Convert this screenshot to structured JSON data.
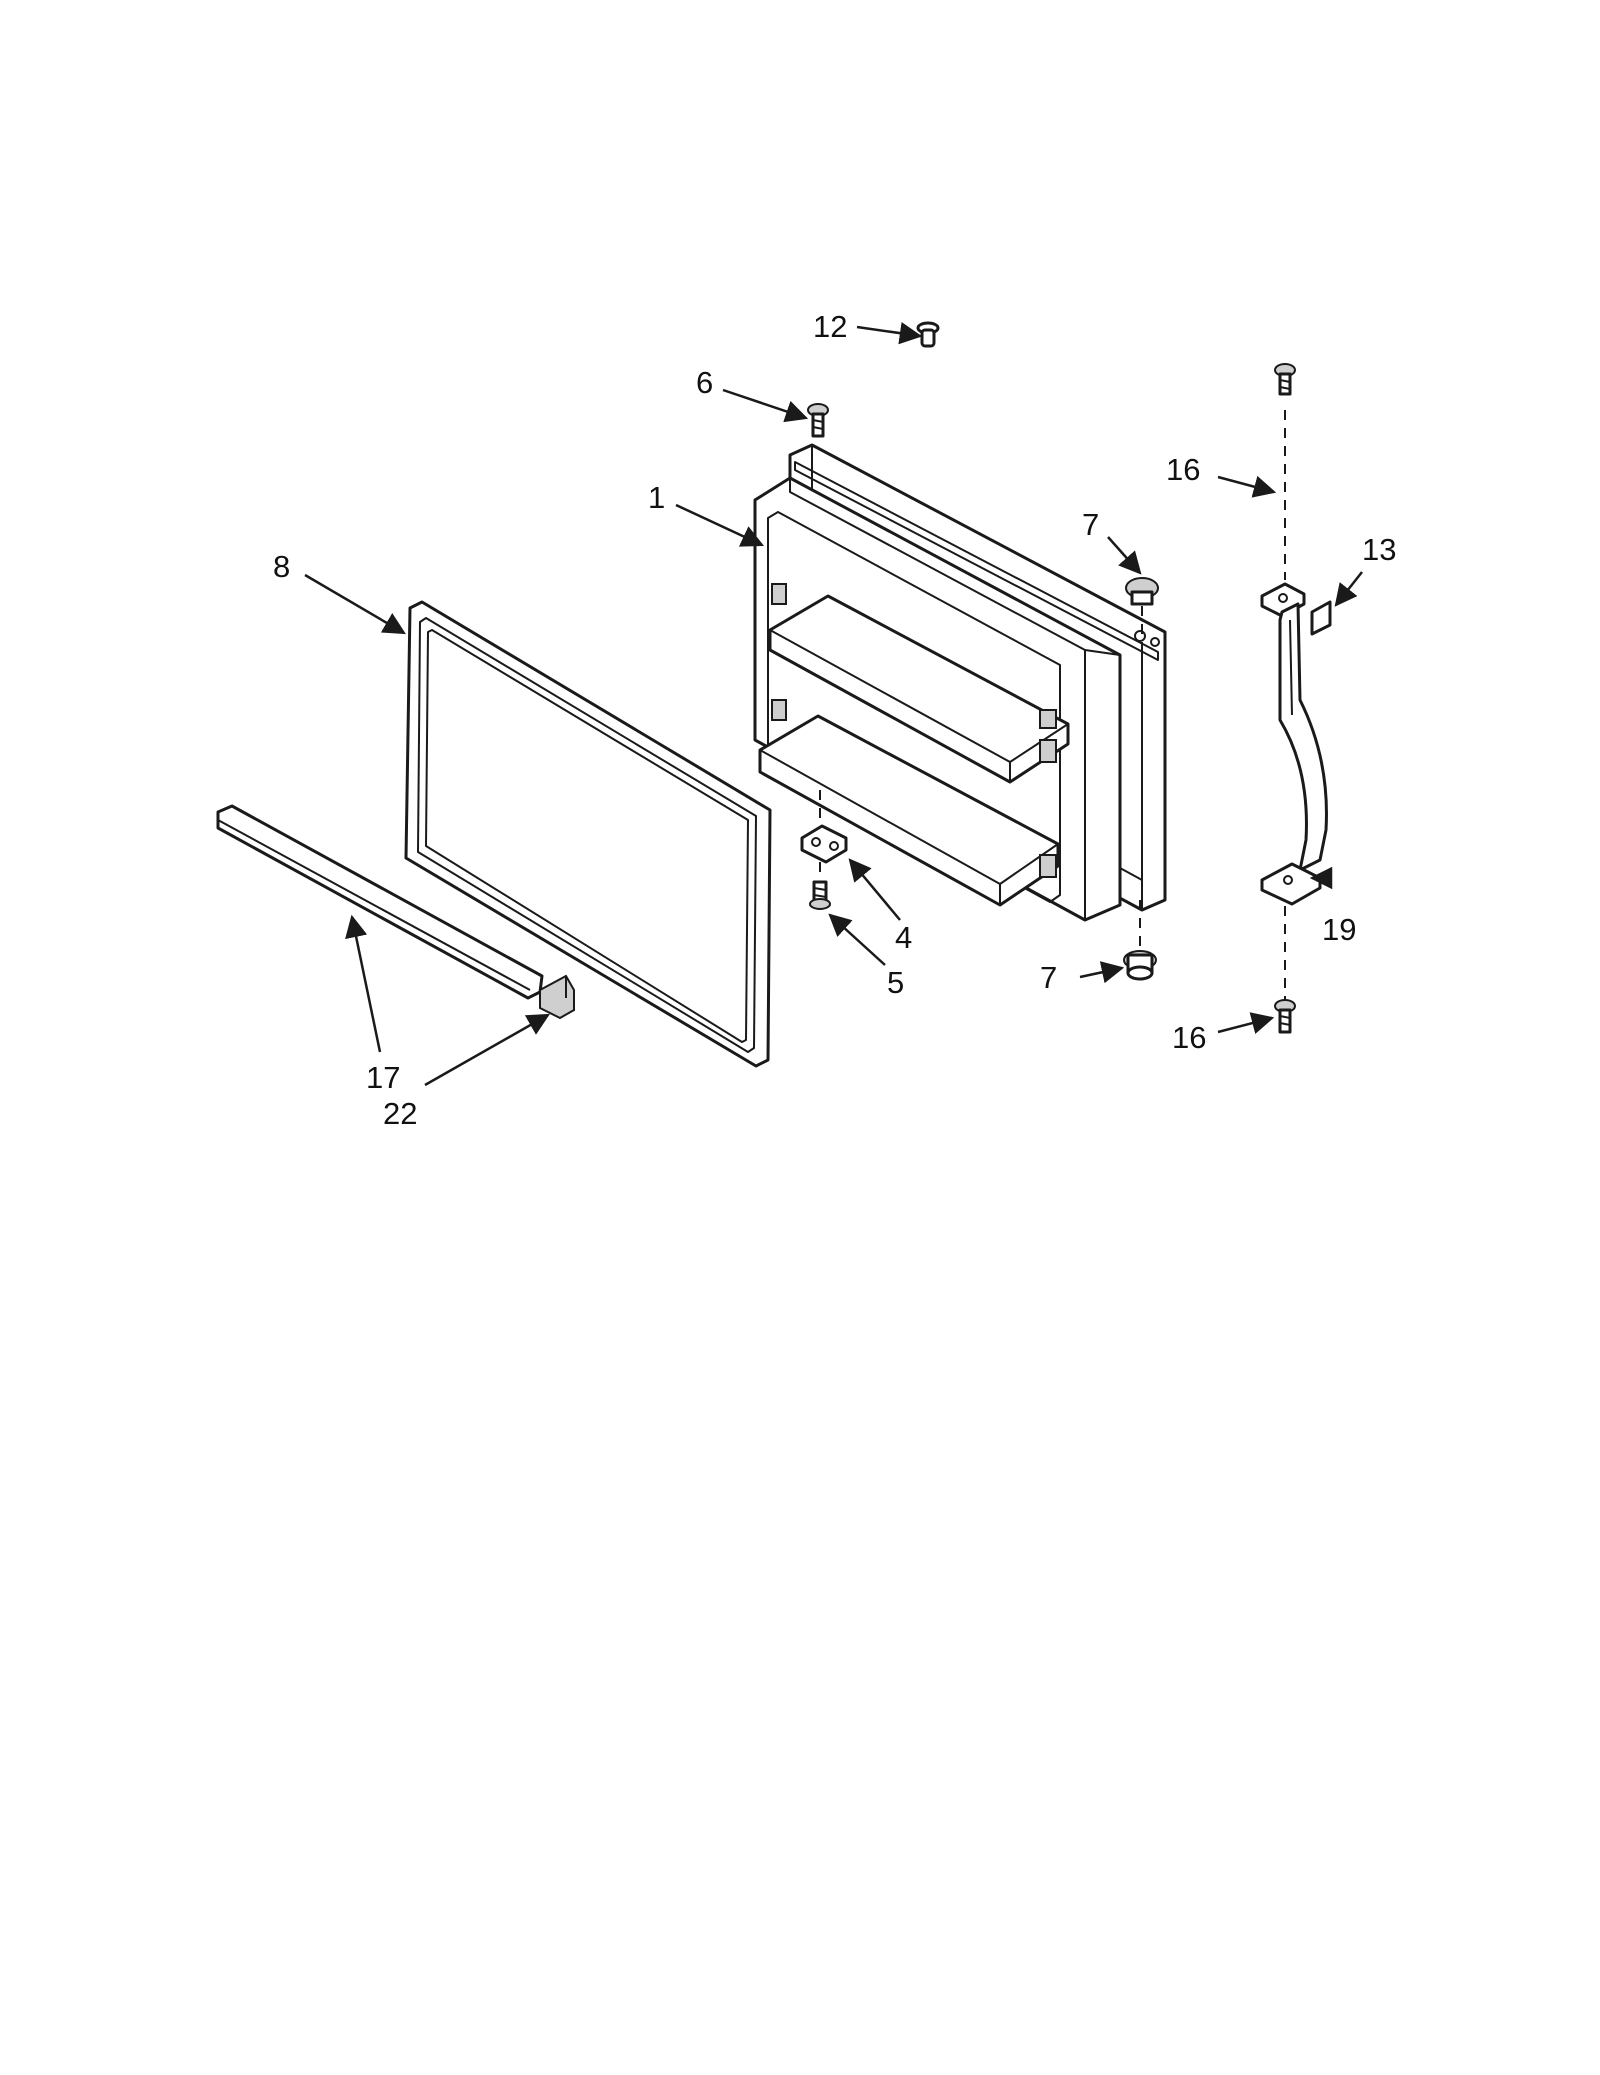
{
  "diagram": {
    "colors": {
      "line": "#1a1a1a",
      "background": "#ffffff",
      "shade": "#cfcfcf"
    },
    "callouts": {
      "door": "1",
      "hinge": "4",
      "hinge_screw": "5",
      "top_screw": "6",
      "plug_top": "7",
      "plug_bottom": "7",
      "gasket": "8",
      "plug_button": "12",
      "handle_insert": "13",
      "handle_screw_top": "16",
      "handle_screw_bottom": "16",
      "trim": "17",
      "handle": "19",
      "end_cap": "22"
    }
  }
}
